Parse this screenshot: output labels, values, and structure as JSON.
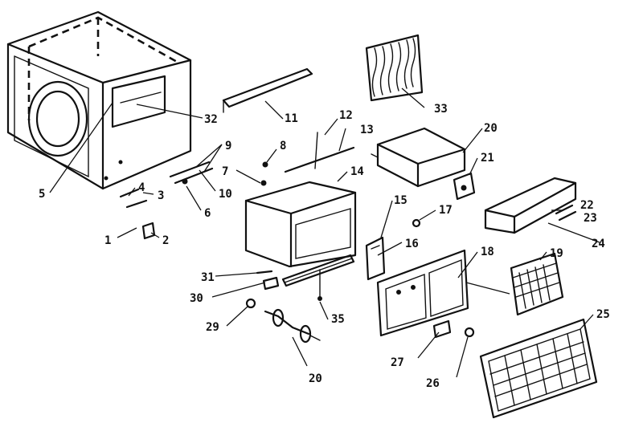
{
  "diagram": {
    "labels": [
      {
        "id": "1",
        "text": "1"
      },
      {
        "id": "2",
        "text": "2"
      },
      {
        "id": "3",
        "text": "3"
      },
      {
        "id": "4",
        "text": "4"
      },
      {
        "id": "5",
        "text": "5"
      },
      {
        "id": "6",
        "text": "6"
      },
      {
        "id": "7",
        "text": "7"
      },
      {
        "id": "8",
        "text": "8"
      },
      {
        "id": "9",
        "text": "9"
      },
      {
        "id": "10",
        "text": "10"
      },
      {
        "id": "11",
        "text": "11"
      },
      {
        "id": "12",
        "text": "12"
      },
      {
        "id": "13",
        "text": "13"
      },
      {
        "id": "14",
        "text": "14"
      },
      {
        "id": "15",
        "text": "15"
      },
      {
        "id": "16",
        "text": "16"
      },
      {
        "id": "17",
        "text": "17"
      },
      {
        "id": "18",
        "text": "18"
      },
      {
        "id": "19",
        "text": "19"
      },
      {
        "id": "20a",
        "text": "20"
      },
      {
        "id": "20b",
        "text": "20"
      },
      {
        "id": "21",
        "text": "21"
      },
      {
        "id": "22",
        "text": "22"
      },
      {
        "id": "23",
        "text": "23"
      },
      {
        "id": "24",
        "text": "24"
      },
      {
        "id": "25",
        "text": "25"
      },
      {
        "id": "26",
        "text": "26"
      },
      {
        "id": "27",
        "text": "27"
      },
      {
        "id": "29",
        "text": "29"
      },
      {
        "id": "30",
        "text": "30"
      },
      {
        "id": "31",
        "text": "31"
      },
      {
        "id": "32",
        "text": "32"
      },
      {
        "id": "33",
        "text": "33"
      },
      {
        "id": "35",
        "text": "35"
      }
    ]
  }
}
